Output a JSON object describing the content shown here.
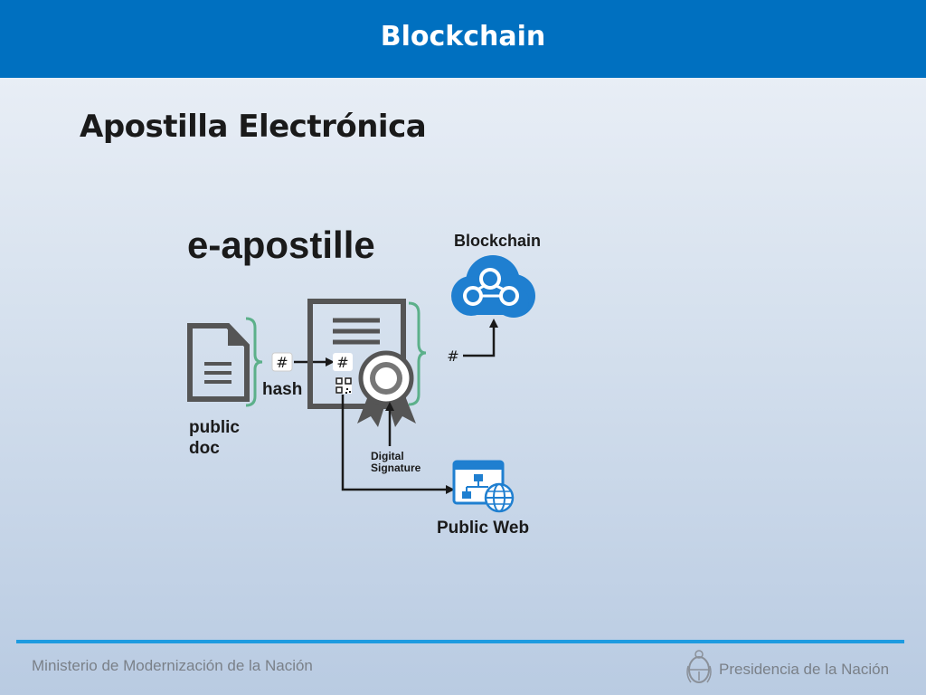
{
  "header": {
    "title": "Blockchain"
  },
  "slide": {
    "title": "Apostilla Electrónica"
  },
  "diagram": {
    "heading": "e-apostille",
    "blockchain_label": "Blockchain",
    "hash_label": "hash",
    "hash_symbol": "#",
    "public_doc_line1": "public",
    "public_doc_line2": "doc",
    "digital_signature_line1": "Digital",
    "digital_signature_line2": "Signature",
    "public_web_label": "Public Web",
    "colors": {
      "blockchain_blue": "#1f7fd0",
      "bracket_green": "#5cb08a",
      "gray": "#555555"
    }
  },
  "footer": {
    "left_text": "Ministerio de Modernización de la Nación",
    "right_text": "Presidencia de la Nación",
    "accent_line": "#1e9be0"
  }
}
